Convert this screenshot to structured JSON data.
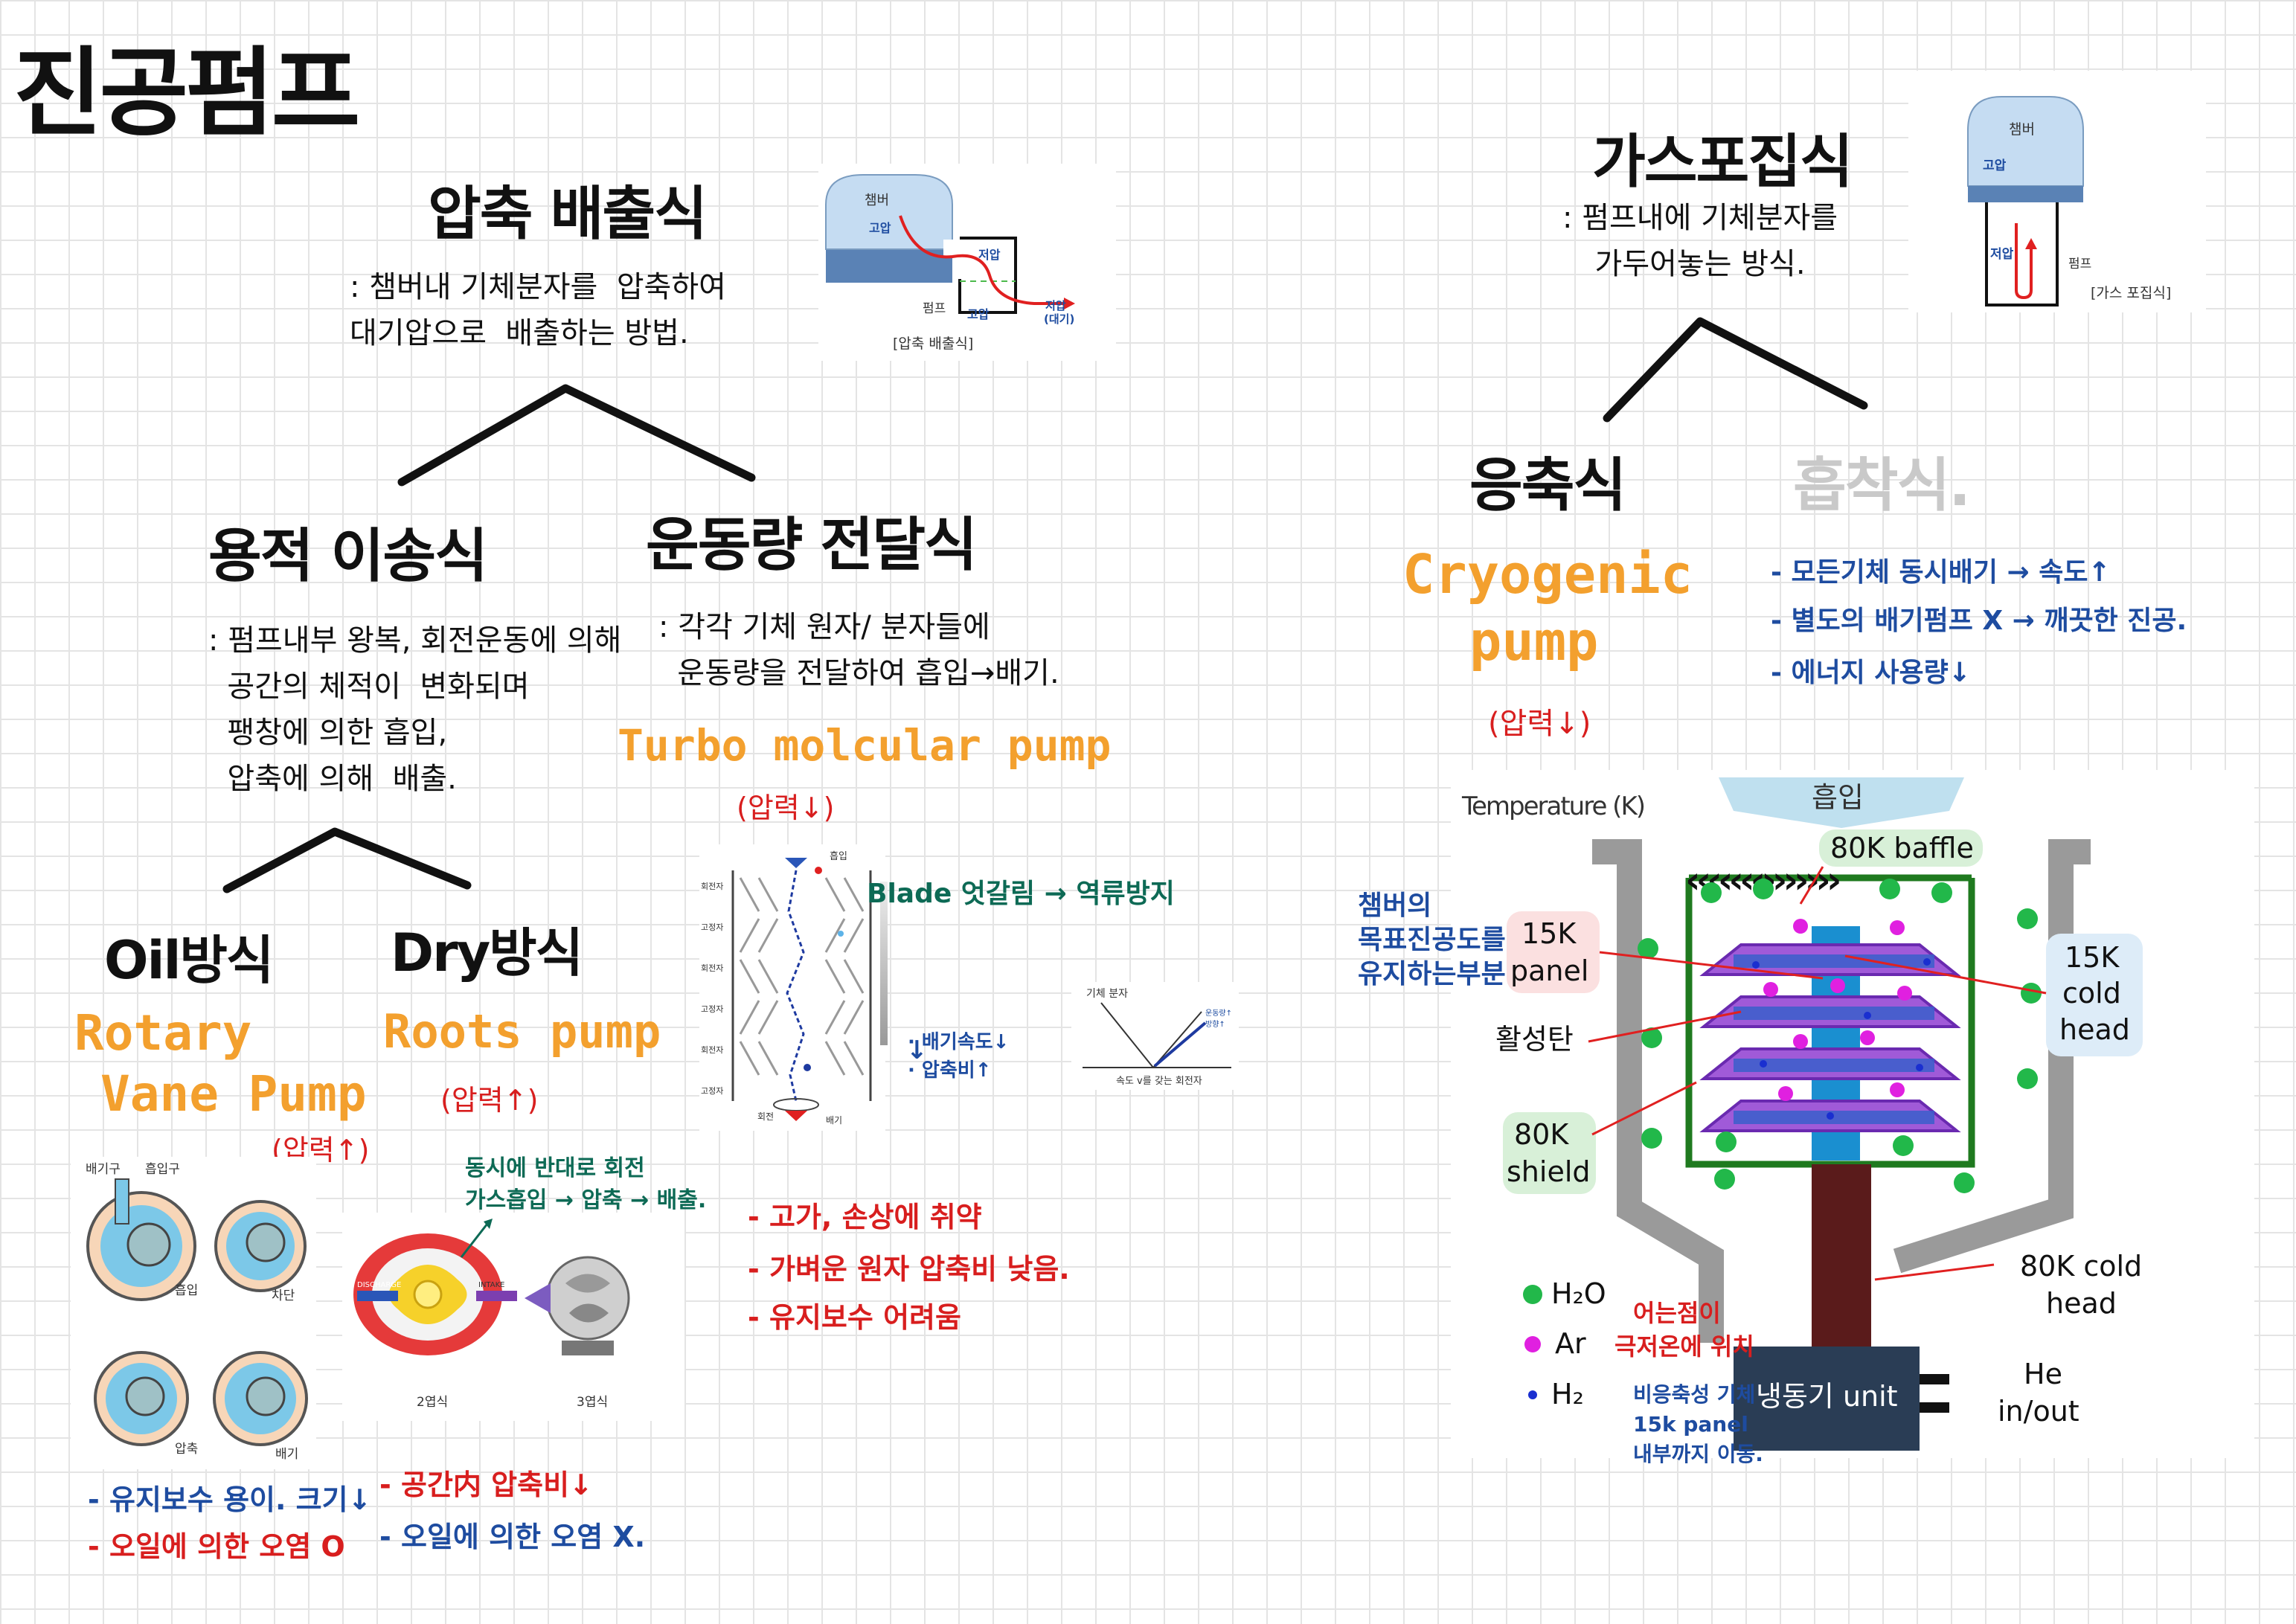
{
  "page": {
    "title": "진공펌프"
  },
  "compression": {
    "heading": "압축 배출식",
    "desc": ": 챔버내 기체분자를  압축하여\n대기압으로  배출하는 방법.",
    "figure": {
      "chamber": "챔버",
      "high": "고압",
      "low": "저압",
      "pump": "펌프",
      "high2": "고압",
      "low_atm": "저압",
      "atm": "(대기)",
      "caption": "[압축 배출식]"
    }
  },
  "positive": {
    "heading": "용적 이송식",
    "desc": ": 펌프내부 왕복, 회전운동에 의해\n  공간의 체적이  변화되며\n  팽창에 의한 흡입,\n  압축에 의해  배출."
  },
  "oil": {
    "heading": "Oil방식",
    "pump_line1": "Rotary",
    "pump_line2": "Vane Pump",
    "pressure": "(압력↑)",
    "fig": {
      "exhaust": "배기구",
      "intake": "흡입구",
      "suction": "흡입",
      "block": "차단",
      "compress": "압축",
      "discharge": "배기"
    },
    "note1": "- 유지보수 용이. 크기↓",
    "note2": "- 오일에 의한 오염 O"
  },
  "dry": {
    "heading": "Dry방식",
    "pump": "Roots pump",
    "pressure": "(압력↑)",
    "annot1": "동시에 반대로 회전",
    "annot2": "가스흡입 → 압축 → 배출.",
    "fig": {
      "discharge": "DISCHARGE",
      "intake": "INTAKE",
      "two": "2엽식",
      "three": "3엽식"
    },
    "note1": "- 공간内 압축비↓",
    "note2": "- 오일에 의한 오염 X."
  },
  "momentum": {
    "heading": "운동량 전달식",
    "desc": ": 각각 기체 원자/ 분자들에\n  운동량을 전달하여 흡입→배기.",
    "pump": "Turbo molcular pump",
    "pressure": "(압력↓)",
    "fig": {
      "intake": "흡입",
      "rotor": "회전자",
      "stator": "고정자",
      "rotate": "회전",
      "exhaust": "배기",
      "gas": "기체 분자",
      "speed": "속도 v를 갖는 회전자",
      "up1": "운동량↑",
      "up2": "방향↑"
    },
    "blade": "Blade 엇갈림 → 역류방지",
    "speed_note": "· 배기속도↓",
    "ratio_note": "· 압축비↑",
    "note1": "- 고가, 손상에 취약",
    "note2": "- 가벼운 원자 압축비 낮음.",
    "note3": "- 유지보수 어려움"
  },
  "capture": {
    "heading": "가스포집식",
    "desc": ": 펌프내에 기체분자를\n가두어놓는 방식.",
    "figure": {
      "chamber": "챔버",
      "high": "고압",
      "low": "저압",
      "pump": "펌프",
      "caption": "[가스 포집식]"
    }
  },
  "condense": {
    "heading": "응축식",
    "pump_line1": "Cryogenic",
    "pump_line2": "pump",
    "pressure": "(압력↓)"
  },
  "adsorb": {
    "heading": "흡착식.",
    "note1": "- 모든기체 동시배기 → 속도↑",
    "note2": "- 별도의 배기펌프 X → 깨끗한 진공.",
    "note3": "- 에너지 사용량↓"
  },
  "cryo": {
    "temp_label": "Temperature (K)",
    "intake": "흡입",
    "baffle": "80K baffle",
    "panel15_1": "15K",
    "panel15_2": "panel",
    "charcoal": "활성탄",
    "shield_1": "80K",
    "shield_2": "shield",
    "cold15_1": "15K",
    "cold15_2": "cold",
    "cold15_3": "head",
    "cold80_1": "80K cold",
    "cold80_2": "head",
    "he_1": "He",
    "he_2": "in/out",
    "unit": "냉동기 unit",
    "h2o": "H₂O",
    "ar": "Ar",
    "h2": "H₂",
    "chamber_note": "챔버의\n목표진공도를\n유지하는부분",
    "ar_note1": "어는점이",
    "ar_note2": "극저온에 위치",
    "h2_note": "비응축성 기체\n15k panel\n내부까지 이동."
  },
  "colors": {
    "orange": "#f3a02e",
    "red": "#d81e1e",
    "navy": "#1e4ca0",
    "green": "#0d6a55"
  }
}
